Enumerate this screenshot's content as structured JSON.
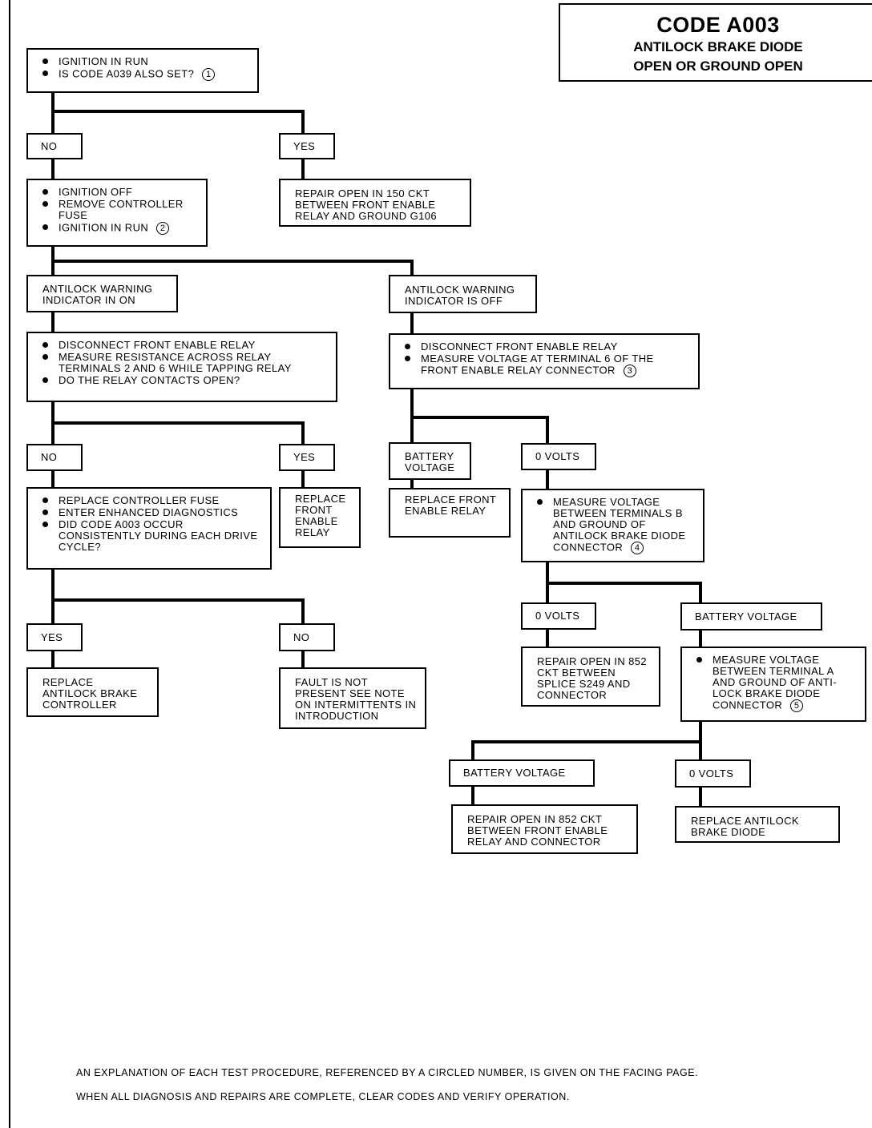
{
  "title": {
    "code": "CODE A003",
    "line1": "ANTILOCK BRAKE DIODE",
    "line2": "OPEN OR GROUND OPEN"
  },
  "steps": {
    "s1": {
      "items": [
        "IGNITION IN RUN",
        "IS CODE A039 ALSO SET?"
      ],
      "ref": "1"
    },
    "no1": "NO",
    "yes1": "YES",
    "repair150": "REPAIR OPEN IN 150 CKT BETWEEN FRONT ENABLE RELAY AND GROUND G106",
    "s2": {
      "items": [
        "IGNITION OFF",
        "REMOVE CONTROLLER FUSE",
        "IGNITION IN RUN"
      ],
      "ref": "2"
    },
    "warn_on": "ANTILOCK WARNING INDICATOR IN ON",
    "warn_off": "ANTILOCK WARNING INDICATOR IS OFF",
    "s3": {
      "items": [
        "DISCONNECT FRONT ENABLE RELAY",
        "MEASURE RESISTANCE ACROSS RELAY TERMINALS 2 AND 6 WHILE TAPPING RELAY",
        "DO THE RELAY CONTACTS OPEN?"
      ]
    },
    "s4": {
      "items": [
        "DISCONNECT FRONT ENABLE RELAY",
        "MEASURE VOLTAGE AT TERMINAL 6 OF THE FRONT ENABLE RELAY CONNECTOR"
      ],
      "ref": "3"
    },
    "no3": "NO",
    "yes3": "YES",
    "batt1": "BATTERY VOLTAGE",
    "zero1": "0 VOLTS",
    "s5": {
      "items": [
        "REPLACE CONTROLLER FUSE",
        "ENTER ENHANCED DIAGNOSTICS",
        "DID CODE A003 OCCUR CONSISTENTLY DURING EACH DRIVE CYCLE?"
      ]
    },
    "replace_relay": "REPLACE FRONT ENABLE RELAY",
    "replace_relay2": "REPLACE FRONT ENABLE RELAY",
    "s6": {
      "items": [
        "MEASURE VOLTAGE BETWEEN TERMINALS B AND GROUND OF ANTILOCK BRAKE DIODE CONNECTOR"
      ],
      "ref": "4"
    },
    "yes5": "YES",
    "no5": "NO",
    "zero2": "0 VOLTS",
    "batt2": "BATTERY VOLTAGE",
    "replace_ctrl": "REPLACE ANTILOCK BRAKE CONTROLLER",
    "fault": "FAULT IS NOT PRESENT SEE NOTE ON INTERMITTENTS IN INTRODUCTION",
    "repair852a": "REPAIR OPEN IN 852 CKT BETWEEN SPLICE S249 AND CONNECTOR",
    "s7": {
      "items": [
        "MEASURE VOLTAGE BETWEEN TERMINAL A AND GROUND OF ANTI-LOCK BRAKE DIODE CONNECTOR"
      ],
      "ref": "5"
    },
    "batt3": "BATTERY VOLTAGE",
    "zero3": "0 VOLTS",
    "repair852b": "REPAIR OPEN IN 852 CKT BETWEEN FRONT ENABLE RELAY AND CONNECTOR",
    "replace_diode": "REPLACE ANTILOCK BRAKE DIODE"
  },
  "notes": {
    "n1": "AN EXPLANATION OF EACH TEST PROCEDURE, REFERENCED BY A CIRCLED NUMBER, IS GIVEN ON THE FACING PAGE.",
    "n2": "WHEN ALL DIAGNOSIS AND REPAIRS ARE COMPLETE, CLEAR CODES AND VERIFY OPERATION."
  }
}
